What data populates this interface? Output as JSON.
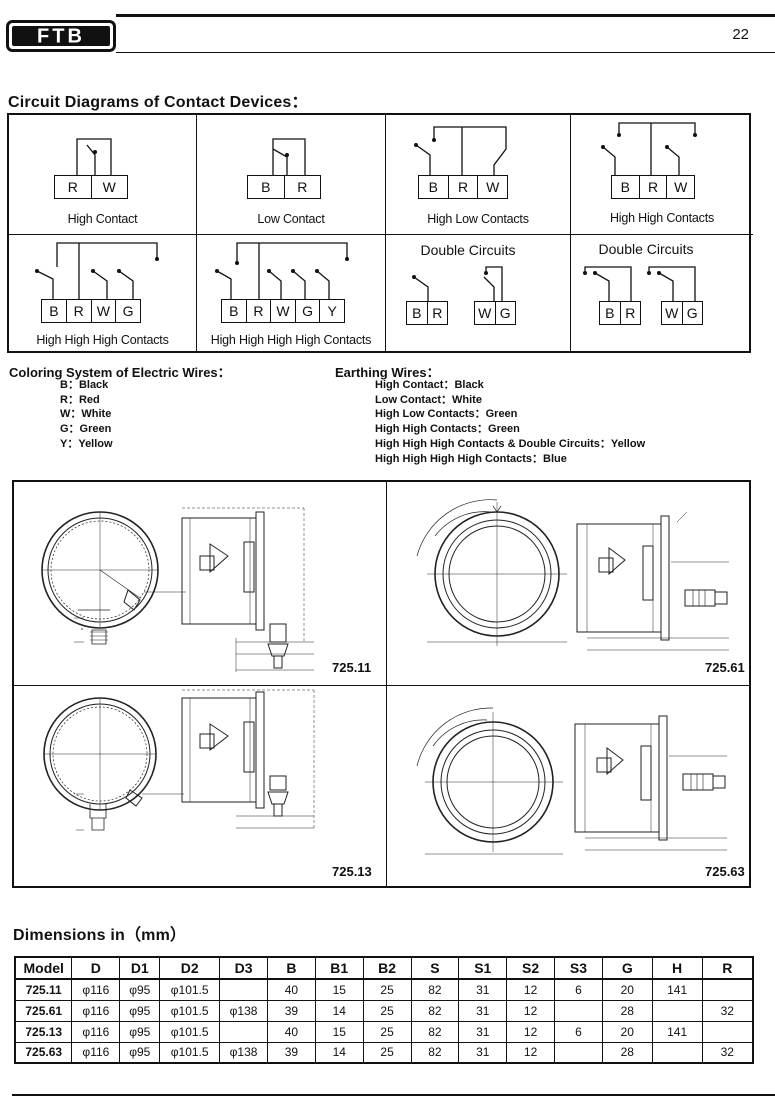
{
  "header": {
    "logo_text": "FTB",
    "page_number": "22"
  },
  "circuit_section": {
    "title": "Circuit Diagrams of Contact Devices：",
    "cells": [
      {
        "label": "High Contact",
        "terminals": [
          "R",
          "W"
        ]
      },
      {
        "label": "Low Contact",
        "terminals": [
          "B",
          "R"
        ]
      },
      {
        "label": "High Low Contacts",
        "terminals": [
          "B",
          "R",
          "W"
        ]
      },
      {
        "label": "High High Contacts",
        "terminals": [
          "B",
          "R",
          "W"
        ]
      },
      {
        "label": "High High High Contacts",
        "terminals": [
          "B",
          "R",
          "W",
          "G"
        ]
      },
      {
        "label": "High High High High Contacts",
        "terminals": [
          "B",
          "R",
          "W",
          "G",
          "Y"
        ]
      },
      {
        "header": "Double Circuits",
        "left_terminals": [
          "B",
          "R"
        ],
        "right_terminals": [
          "W",
          "G"
        ]
      },
      {
        "header": "Double Circuits",
        "left_terminals": [
          "B",
          "R"
        ],
        "right_terminals": [
          "W",
          "G"
        ]
      }
    ]
  },
  "coloring": {
    "title": "Coloring System of Electric Wires：",
    "items": [
      "B：Black",
      "R：Red",
      "W：White",
      "G：Green",
      "Y：Yellow"
    ]
  },
  "earthing": {
    "title": "Earthing Wires：",
    "items": [
      "High Contact：Black",
      "Low Contact：White",
      "High Low Contacts：Green",
      "High High Contacts：Green",
      "High High High Contacts & Double Circuits：Yellow",
      "High High High High Contacts：Blue"
    ]
  },
  "drawings": {
    "models": [
      "725.11",
      "725.61",
      "725.13",
      "725.63"
    ]
  },
  "dimensions": {
    "title": "Dimensions in（mm）",
    "columns": [
      "Model",
      "D",
      "D1",
      "D2",
      "D3",
      "B",
      "B1",
      "B2",
      "S",
      "S1",
      "S2",
      "S3",
      "G",
      "H",
      "R"
    ],
    "rows": [
      [
        "725.11",
        "φ116",
        "φ95",
        "φ101.5",
        "",
        "40",
        "15",
        "25",
        "82",
        "31",
        "12",
        "6",
        "20",
        "141",
        ""
      ],
      [
        "725.61",
        "φ116",
        "φ95",
        "φ101.5",
        "φ138",
        "39",
        "14",
        "25",
        "82",
        "31",
        "12",
        "",
        "28",
        "",
        "32"
      ],
      [
        "725.13",
        "φ116",
        "φ95",
        "φ101.5",
        "",
        "40",
        "15",
        "25",
        "82",
        "31",
        "12",
        "6",
        "20",
        "141",
        ""
      ],
      [
        "725.63",
        "φ116",
        "φ95",
        "φ101.5",
        "φ138",
        "39",
        "14",
        "25",
        "82",
        "31",
        "12",
        "",
        "28",
        "",
        "32"
      ]
    ]
  }
}
